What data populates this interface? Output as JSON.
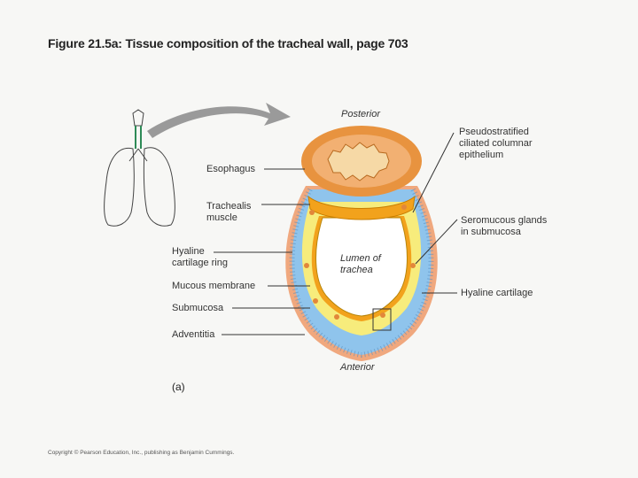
{
  "figure": {
    "title": "Figure 21.5a: Tissue composition of the tracheal wall, page 703",
    "panel_letter": "(a)",
    "footer": "Copyright © Pearson Education, Inc., publishing as Benjamin Cummings."
  },
  "labels": {
    "posterior": "Posterior",
    "anterior": "Anterior",
    "lumen_line1": "Lumen of",
    "lumen_line2": "trachea",
    "esophagus": "Esophagus",
    "trachealis_line1": "Trachealis",
    "trachealis_line2": "muscle",
    "hyaline_ring_line1": "Hyaline",
    "hyaline_ring_line2": "cartilage ring",
    "mucous_membrane": "Mucous membrane",
    "submucosa": "Submucosa",
    "adventitia": "Adventitia",
    "pseudo_line1": "Pseudostratified",
    "pseudo_line2": "ciliated columnar",
    "pseudo_line3": "epithelium",
    "seromucous_line1": "Seromucous glands",
    "seromucous_line2": "in submucosa",
    "hyaline_cartilage": "Hyaline cartilage"
  },
  "colors": {
    "esophagus_outer": "#e8933f",
    "esophagus_inner": "#f6d9a6",
    "adventitia": "#f0a87e",
    "cartilage": "#8fc4ec",
    "submucosa": "#f7ec7c",
    "mucosa_edge": "#f2a21c",
    "lumen": "#ffffff",
    "arrow": "#9a9a9a",
    "leader": "#333333"
  }
}
